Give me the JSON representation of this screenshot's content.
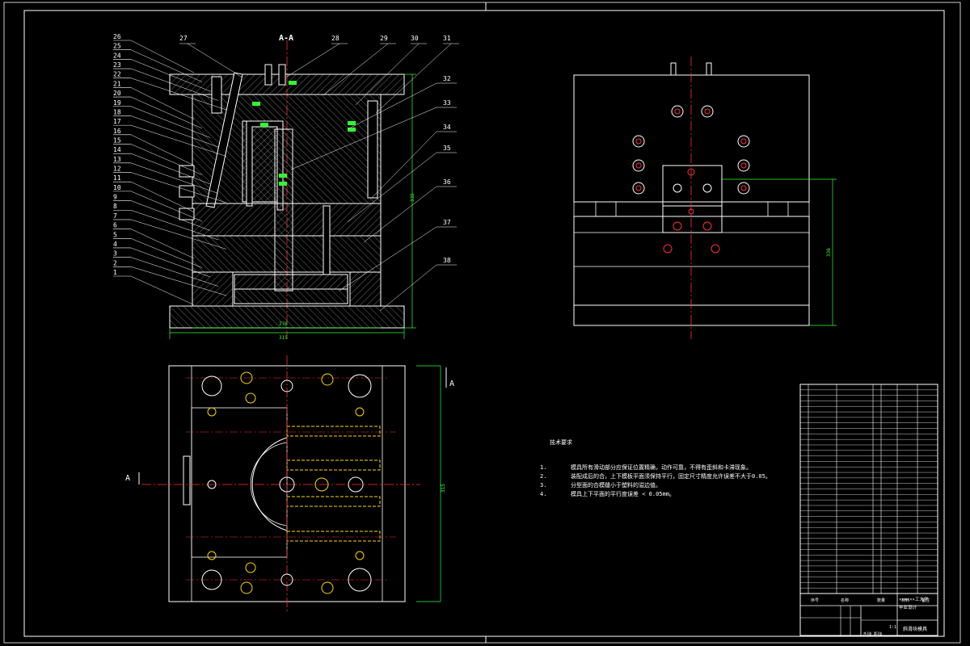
{
  "drawing": {
    "section_label": "A-A",
    "view_label": "A",
    "section_arrow_label": "A",
    "part_numbers_left": [
      "26",
      "25",
      "24",
      "23",
      "22",
      "21",
      "20",
      "19",
      "18",
      "17",
      "16",
      "15",
      "14",
      "13",
      "12",
      "11",
      "10",
      "9",
      "8",
      "7",
      "6",
      "5",
      "4",
      "3",
      "2",
      "1"
    ],
    "part_numbers_top": [
      "27",
      "28",
      "29",
      "30",
      "31"
    ],
    "part_numbers_right": [
      "32",
      "33",
      "34",
      "35",
      "36",
      "37",
      "38"
    ],
    "dim_width_inner": "276",
    "dim_width_outer": "315",
    "dim_height_section": "335",
    "dim_height_plan": "315",
    "dim_height_side": "336",
    "colors": {
      "line": "#ffffff",
      "center": "#ff3030",
      "dimension": "#30ff30",
      "hole": "#ffd700",
      "hatch": "#9a9a9a"
    }
  },
  "technical_notes": {
    "title": "技术要求",
    "items": [
      {
        "num": "1.",
        "text": "模具所有滑动部分应保证位置精确，动作可靠，不得有歪斜和卡滞现象。"
      },
      {
        "num": "2.",
        "text": "装配成后的合，上下模板平面须保持平行，固定尺寸精度允许误差不大于0.05。"
      },
      {
        "num": "3.",
        "text": "分型面的合模缝小于塑料的溢边值。"
      },
      {
        "num": "4.",
        "text": "模具上下平面的平行度误差 < 0.05mm。"
      }
    ]
  },
  "title_block": {
    "drawing_name": "斜滑块模具",
    "school": "××××××工大学",
    "project": "毕业设计",
    "scale": "1:1",
    "sheet": "共1张  第1张",
    "header_cols": [
      "序号",
      "名称",
      "数量",
      "材料",
      "备注"
    ]
  }
}
